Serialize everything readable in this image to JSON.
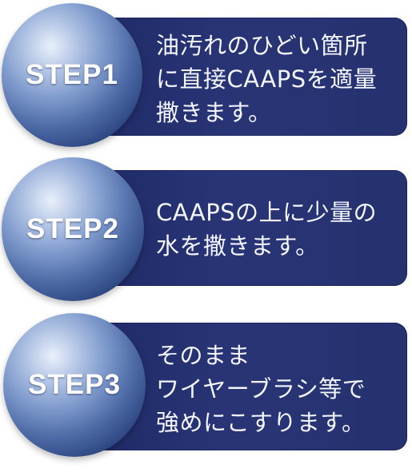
{
  "colors": {
    "panel": "#26326f",
    "panel_text": "#f4f6ff",
    "sphere_highlight": "#e9f0fb",
    "sphere_mid": "#7f9bcd",
    "sphere_dark": "#1b2e63",
    "label_text": "#ffffff"
  },
  "steps": [
    {
      "label": "STEP1",
      "text": "油汚れのひどい箇所\nに直接CAAPSを適量\n撒きます。"
    },
    {
      "label": "STEP2",
      "text": "CAAPSの上に少量の\n水を撒きます。"
    },
    {
      "label": "STEP3",
      "text": "そのまま\nワイヤーブラシ等で\n強めにこすります。"
    }
  ]
}
